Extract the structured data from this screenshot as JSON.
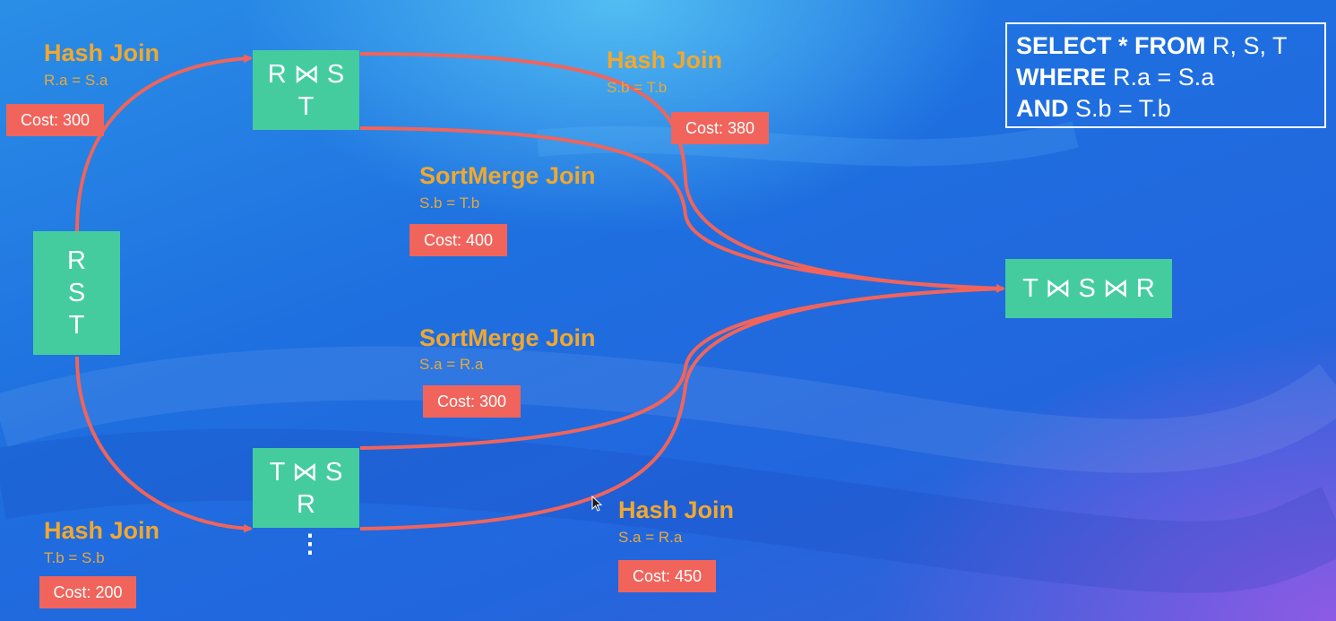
{
  "sql": {
    "line1_kw": "SELECT * FROM",
    "line1_rest": " R, S, T",
    "line2_kw": "WHERE",
    "line2_rest": " R.a = S.a",
    "line3_kw": "AND",
    "line3_rest": " S.b = T.b"
  },
  "nodes": {
    "start": [
      "R",
      "S",
      "T"
    ],
    "rs": [
      "R ⋈ S",
      "T"
    ],
    "ts": [
      "T ⋈ S",
      "R"
    ],
    "final": "T ⋈ S ⋈ R"
  },
  "edges": [
    {
      "title": "Hash Join",
      "cond": "R.a = S.a",
      "cost": "Cost: 300"
    },
    {
      "title": "Hash Join",
      "cond": "T.b = S.b",
      "cost": "Cost: 200"
    },
    {
      "title": "Hash Join",
      "cond": "S.b = T.b",
      "cost": "Cost: 380"
    },
    {
      "title": "SortMerge Join",
      "cond": "S.b = T.b",
      "cost": "Cost: 400"
    },
    {
      "title": "SortMerge Join",
      "cond": "S.a = R.a",
      "cost": "Cost: 300"
    },
    {
      "title": "Hash Join",
      "cond": "S.a = R.a",
      "cost": "Cost: 450"
    }
  ],
  "ellipsis": "⋮",
  "colors": {
    "node": "#45cc9e",
    "edge": "#f0645c",
    "join_label": "#f0a830",
    "cost_box": "#f0645c"
  }
}
